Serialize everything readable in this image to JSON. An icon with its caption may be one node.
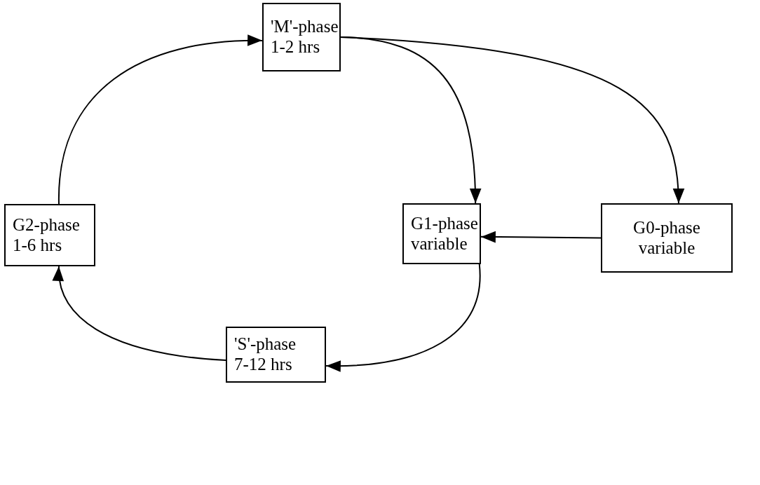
{
  "diagram": {
    "nodes": [
      {
        "text": [
          "'M'-phase",
          "1-2 hrs"
        ]
      },
      {
        "text": [
          "G2-phase",
          "1-6 hrs"
        ]
      },
      {
        "text": [
          "G1-phase",
          "variable"
        ]
      },
      {
        "text": [
          "G0-phase",
          "variable"
        ]
      },
      {
        "text": [
          "'S'-phase",
          "7-12 hrs"
        ]
      }
    ],
    "edges": [
      {
        "from": 0,
        "to": 2,
        "arrow": "to"
      },
      {
        "from": 0,
        "to": 3,
        "arrow": "to"
      },
      {
        "from": 3,
        "to": 2,
        "arrow": "to"
      },
      {
        "from": 2,
        "to": 4,
        "arrow": "to"
      },
      {
        "from": 4,
        "to": 1,
        "arrow": "to"
      },
      {
        "from": 1,
        "to": 0,
        "arrow": "to"
      }
    ]
  }
}
